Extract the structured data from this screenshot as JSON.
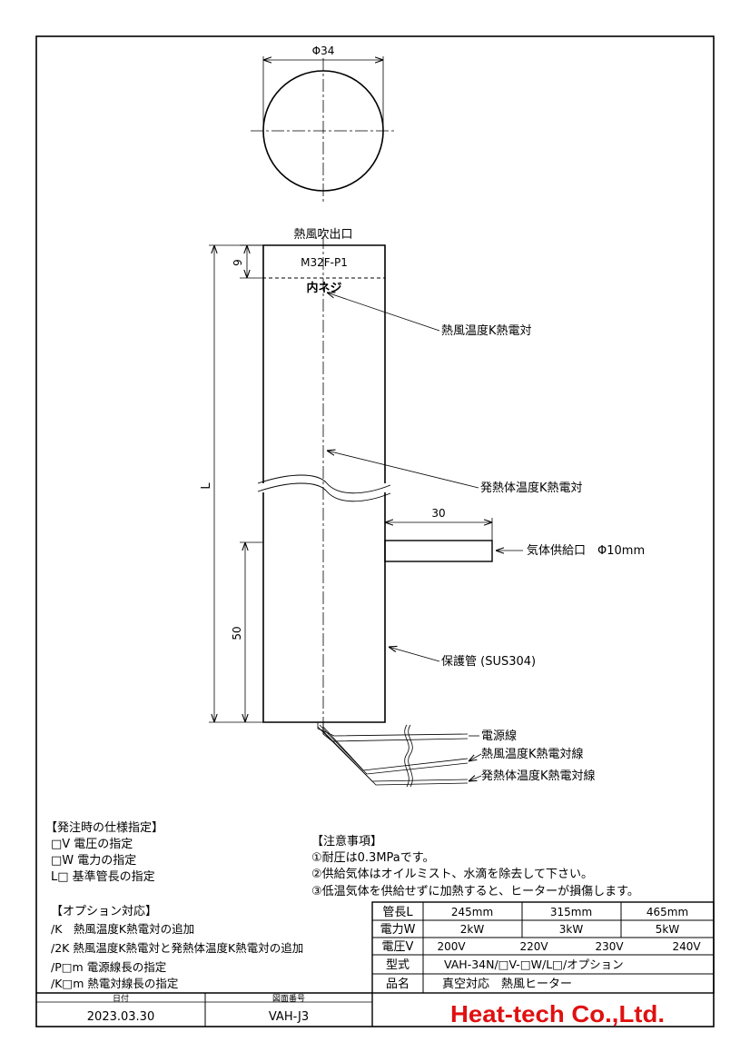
{
  "drawing": {
    "top_diameter": "Φ34",
    "outlet_label": "熱風吹出口",
    "thread_dim": "9",
    "thread_code": "M32F-P1",
    "thread_type": "内ネジ",
    "tc_hot_air": "熱風温度K熱電対",
    "tc_heater": "発熱体温度K熱電対",
    "length_label": "L",
    "inlet_length": "30",
    "gas_inlet": "気体供給口　Φ10mm",
    "dim_50": "50",
    "protective_tube": "保護管 (SUS304)",
    "wire_power": "電源線",
    "wire_tc_hot": "熱風温度K熱電対線",
    "wire_tc_heater": "発熱体温度K熱電対線"
  },
  "order_spec": {
    "title": "【発注時の仕様指定】",
    "items": [
      "□V 電圧の指定",
      "□W 電力の指定",
      "L□ 基準管長の指定"
    ]
  },
  "notes": {
    "title": "【注意事項】",
    "items": [
      "①耐圧は0.3MPaです。",
      "②供給気体はオイルミスト、水滴を除去して下さい。",
      "③低温気体を供給せずに加熱すると、ヒーターが損傷します。"
    ]
  },
  "options": {
    "title": "【オプション対応】",
    "items": [
      "/K　熱風温度K熱電対の追加",
      "/2K 熱風温度K熱電対と発熱体温度K熱電対の追加",
      "/P□m 電源線長の指定",
      "/K□m 熱電対線長の指定"
    ]
  },
  "spec_table": {
    "tube_length_label": "管長L",
    "tube_lengths": [
      "245mm",
      "315mm",
      "465mm"
    ],
    "power_label": "電力W",
    "powers": [
      "2kW",
      "3kW",
      "5kW"
    ],
    "voltage_label": "電圧V",
    "voltages": [
      "200V",
      "220V",
      "230V",
      "240V"
    ],
    "model_label": "型式",
    "model": "VAH-34N/□V-□W/L□/オプション",
    "name_label": "品名",
    "name": "真空対応　熱風ヒーター"
  },
  "title_block": {
    "date_label": "日付",
    "date": "2023.03.30",
    "drawing_no_label": "図面番号",
    "drawing_no": "VAH-J3",
    "company": "Heat-tech Co.,Ltd."
  }
}
